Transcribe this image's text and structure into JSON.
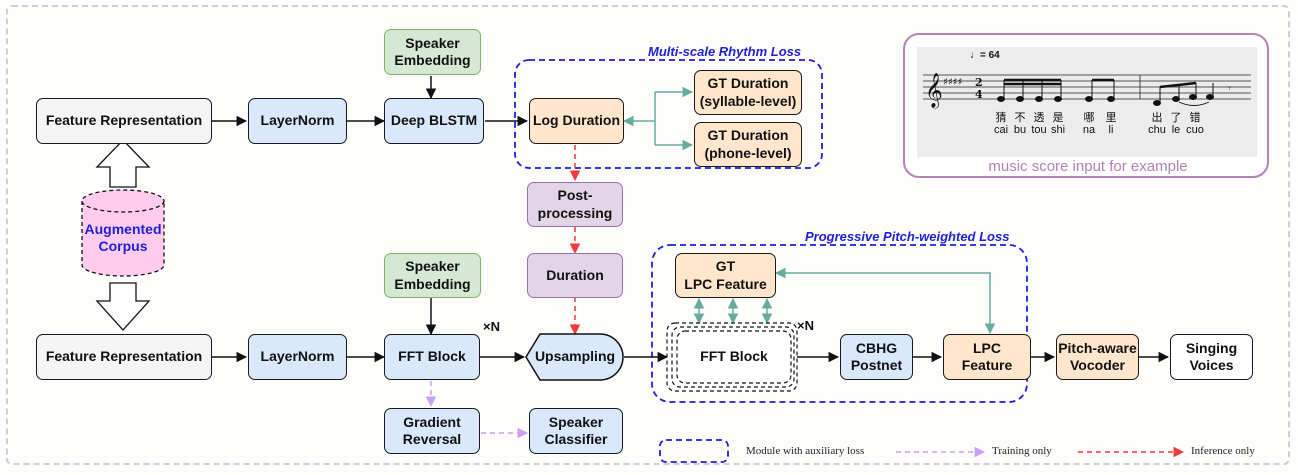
{
  "nodes": {
    "feature_rep_top": "Feature Representation",
    "feature_rep_bottom": "Feature Representation",
    "augmented_corpus": "Augmented\nCorpus",
    "layernorm_top": "LayerNorm",
    "layernorm_bottom": "LayerNorm",
    "speaker_embedding_top": "Speaker\nEmbedding",
    "speaker_embedding_bottom": "Speaker\nEmbedding",
    "deep_blstm": "Deep BLSTM",
    "log_duration": "Log Duration",
    "gt_duration_syllable": "GT Duration\n(syllable-level)",
    "gt_duration_phone": "GT Duration\n(phone-level)",
    "post_processing": "Post-\nprocessing",
    "duration": "Duration",
    "fft_block_main": "FFT Block",
    "fft_block_inner": "FFT Block",
    "upsampling": "Upsampling",
    "gt_lpc_feature": "GT\nLPC Feature",
    "cbhg_postnet": "CBHG\nPostnet",
    "lpc_feature": "LPC\nFeature",
    "pitch_aware_vocoder": "Pitch-aware\nVocoder",
    "singing_voices": "Singing\nVoices",
    "gradient_reversal": "Gradient\nReversal",
    "speaker_classifier": "Speaker\nClassifier"
  },
  "repeat_marks": {
    "fft_main": "×N",
    "fft_inner": "×N"
  },
  "groups": {
    "rhythm_loss": "Multi-scale Rhythm Loss",
    "pitch_loss": "Progressive Pitch-weighted Loss"
  },
  "score_example": {
    "tempo": "♩= 64",
    "lyrics_hanzi": [
      "猜",
      "不",
      "透",
      "是",
      "哪",
      "里",
      "出",
      "了",
      "错"
    ],
    "lyrics_pinyin": [
      "cai",
      "bu",
      "tou",
      "shi",
      "na",
      "li",
      "chu",
      "le",
      "cuo"
    ],
    "caption": "music score input for example"
  },
  "legend": {
    "auxiliary_loss": "Module with auxiliary loss",
    "training_only": "Training only",
    "inference_only": "Inference only"
  },
  "colors": {
    "gray": "#f5f5f5",
    "blue": "#dae8fc",
    "green": "#d5e8d4",
    "orange": "#ffe6cc",
    "purple": "#e1d5e7",
    "pink": "#ffccee",
    "teal": "#67ab9f",
    "group_border": "#1f1fd6",
    "training_arrow": "#c9a0f5",
    "inference_arrow": "#ef3b3b"
  }
}
